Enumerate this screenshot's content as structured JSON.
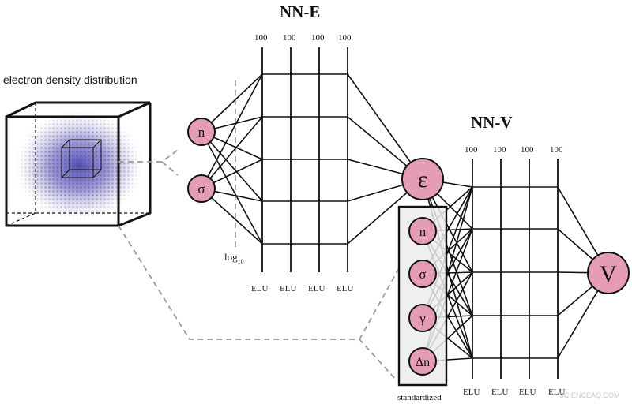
{
  "electron_label": "electron density distribution",
  "nn_e": {
    "title": "NN-E",
    "layer_sizes": [
      "100",
      "100",
      "100",
      "100"
    ],
    "activations": [
      "ELU",
      "ELU",
      "ELU",
      "ELU"
    ],
    "inputs": [
      "n",
      "σ"
    ],
    "log_label_base": "log",
    "log_label_sub": "10",
    "output": "ε"
  },
  "nn_v": {
    "title": "NN-V",
    "layer_sizes": [
      "100",
      "100",
      "100",
      "100"
    ],
    "activations": [
      "ELU",
      "ELU",
      "ELU",
      "ELU"
    ],
    "inputs": [
      "n",
      "σ",
      "γ",
      "Δn"
    ],
    "standardized_label": "standardized",
    "output": "V"
  },
  "watermark": "SCIENCEAQ.COM",
  "colors": {
    "node_fill": "#e49db4",
    "box_fill": "#ececec",
    "density_color": "#6a63c0"
  }
}
